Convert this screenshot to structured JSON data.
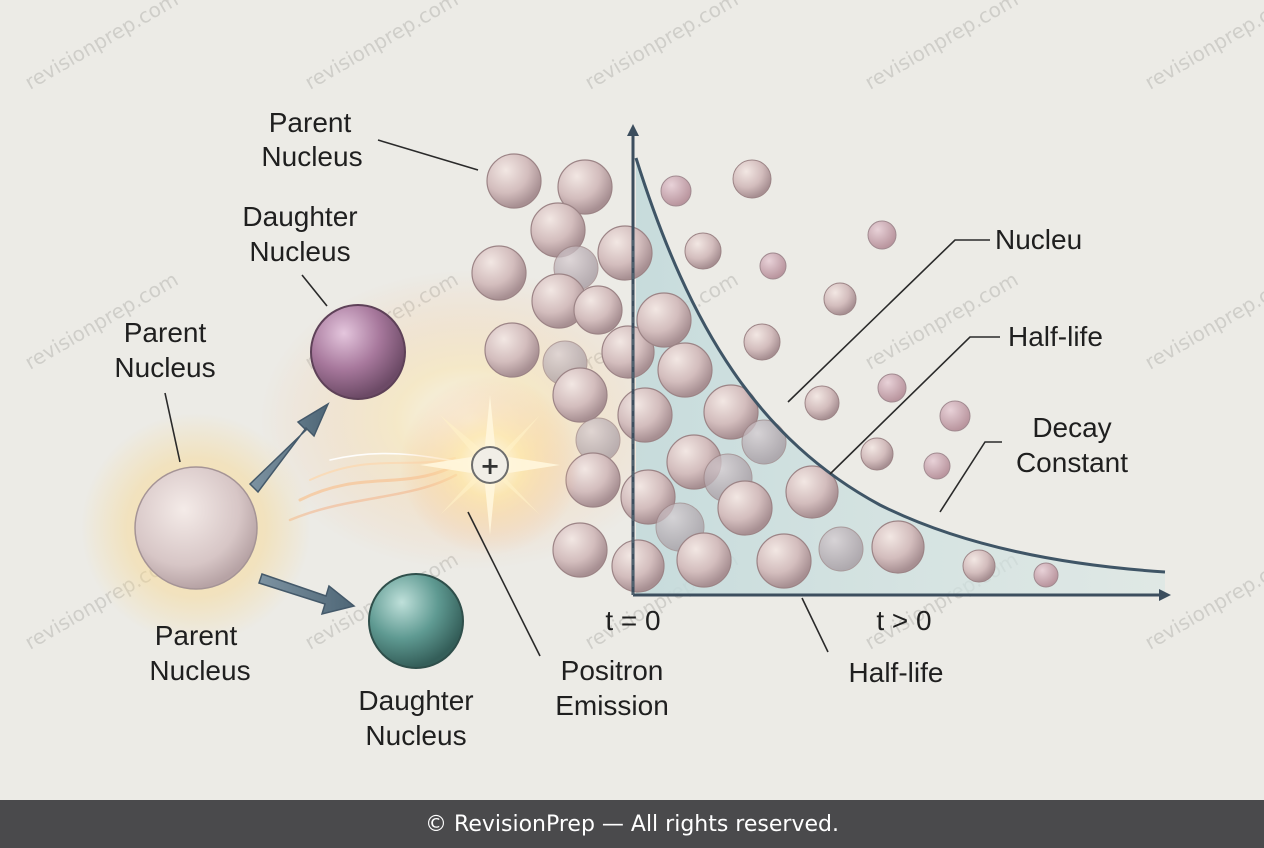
{
  "labels": {
    "top_parent_1": "Parent",
    "top_parent_2": "Nucleus",
    "daughter_top_1": "Daughter",
    "daughter_top_2": "Nucleus",
    "parent_mid_1": "Parent",
    "parent_mid_2": "Nucleus",
    "parent_bottom_1": "Parent",
    "parent_bottom_2": "Nucleus",
    "daughter_bottom_1": "Daughter",
    "daughter_bottom_2": "Nucleus",
    "positron_1": "Positron",
    "positron_2": "Emission",
    "positron_symbol": "+",
    "nucleu": "Nucleu",
    "half_life_right": "Half-life",
    "decay_1": "Decay",
    "decay_2": "Constant",
    "t_zero": "t = 0",
    "t_pos": "t > 0",
    "half_life_bottom": "Half-life"
  },
  "watermark": "revisionprep.com",
  "footer": "© RevisionPrep — All rights reserved.",
  "colors": {
    "background": "#ecebe6",
    "parent_nucleus": "#d9c6c6",
    "daughter_top": "#a7789c",
    "daughter_bottom": "#5f9a92",
    "axis": "#3c4e5e",
    "curve_fill": "#c9dfe0",
    "footer_bg": "#4a4a4c"
  }
}
